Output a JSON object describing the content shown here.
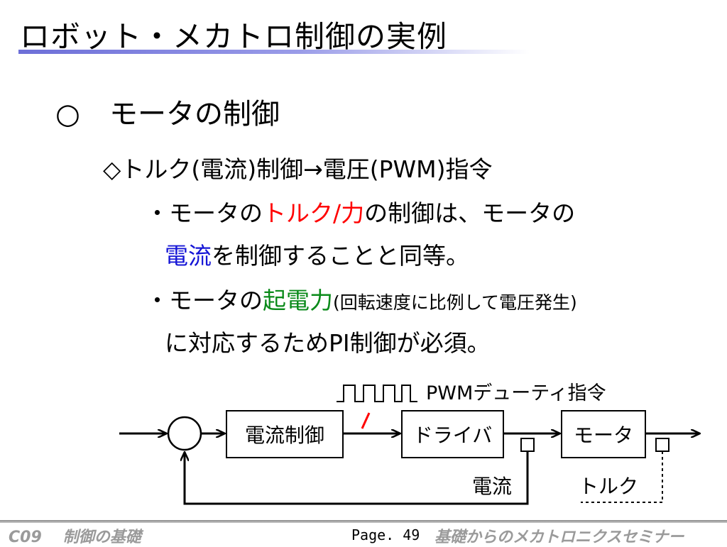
{
  "slide": {
    "title": "ロボット・メカトロ制御の実例",
    "heading_mark": "○",
    "heading": "モータの制御",
    "subheading": "◇トルク(電流)制御→電圧(PWM)指令",
    "bullet1": {
      "prefix": "・モータの",
      "red_text": "トルク/力",
      "suffix": "の制御は、モータの",
      "line2_blue": "電流",
      "line2_rest": "を制御することと同等。"
    },
    "bullet2": {
      "prefix": "・モータの",
      "green_text": "起電力",
      "small_text": "(回転速度に比例して電圧発生)",
      "line2": "に対応するためPI制御が必須。"
    }
  },
  "diagram": {
    "blocks": {
      "current_control": "電流制御",
      "driver": "ドライバ",
      "motor": "モータ"
    },
    "pwm_label": "PWMデューティ指令",
    "current_label": "電流",
    "torque_label": "トルク",
    "colors": {
      "signal_slash": "#ff0000",
      "lines": "#000000"
    }
  },
  "footer": {
    "code": "C09",
    "topic": "制御の基礎",
    "page": "Page. 49",
    "seminar": "基礎からのメカトロニクスセミナー",
    "text_color": "#9a9a9a"
  },
  "colors": {
    "red": "#ff0000",
    "blue": "#1515d6",
    "green": "#0a8a1a",
    "title_rule": "#6d6fd8"
  }
}
